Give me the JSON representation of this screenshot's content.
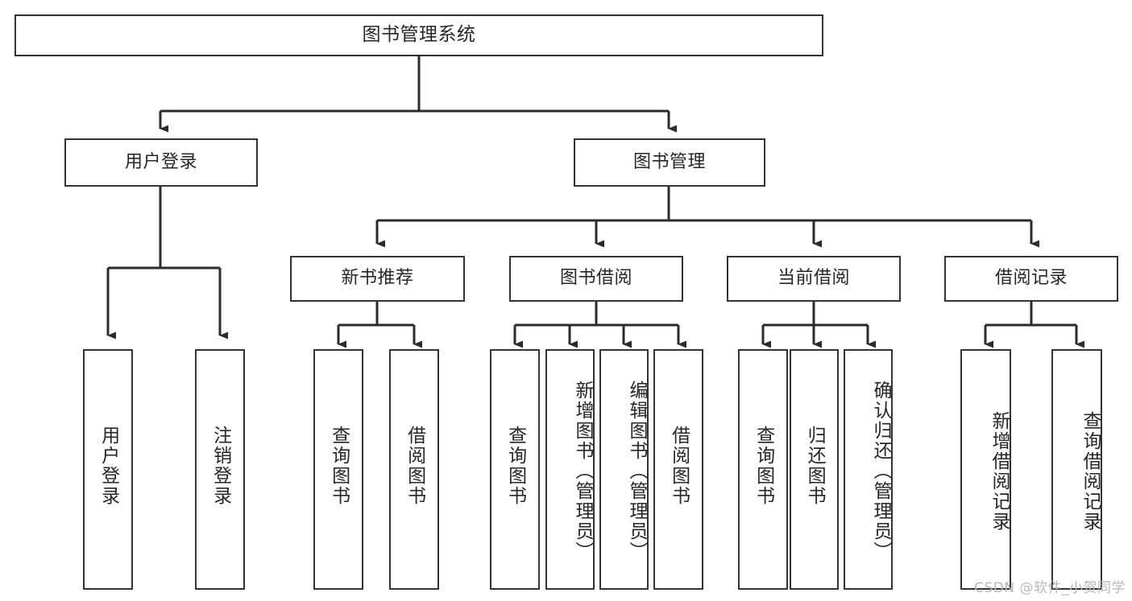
{
  "diagram": {
    "title": "图书管理系统",
    "type": "功能结构图",
    "stroke_color": "#333333",
    "fill_color": "#ffffff",
    "text_color": "#262626",
    "root": {
      "id": "root",
      "label": "图书管理系统",
      "orientation": "horizontal"
    },
    "level2": [
      {
        "id": "user-login",
        "label": "用户登录",
        "orientation": "horizontal"
      },
      {
        "id": "book-manage",
        "label": "图书管理",
        "orientation": "horizontal"
      }
    ],
    "level3": [
      {
        "id": "new-book-recommend",
        "label": "新书推荐",
        "orientation": "horizontal",
        "parent": "book-manage"
      },
      {
        "id": "book-borrow",
        "label": "图书借阅",
        "orientation": "horizontal",
        "parent": "book-manage"
      },
      {
        "id": "current-borrow",
        "label": "当前借阅",
        "orientation": "horizontal",
        "parent": "book-manage"
      },
      {
        "id": "borrow-record",
        "label": "借阅记录",
        "orientation": "horizontal",
        "parent": "book-manage"
      }
    ],
    "leaves": [
      {
        "id": "leaf-user-login",
        "label": "用户登录",
        "parent": "user-login",
        "orientation": "vertical"
      },
      {
        "id": "leaf-logout-login",
        "label": "注销登录",
        "parent": "user-login",
        "orientation": "vertical"
      },
      {
        "id": "leaf-query-book-1",
        "label": "查询图书",
        "parent": "new-book-recommend",
        "orientation": "vertical"
      },
      {
        "id": "leaf-borrow-book-1",
        "label": "借阅图书",
        "parent": "new-book-recommend",
        "orientation": "vertical"
      },
      {
        "id": "leaf-query-book-2",
        "label": "查询图书",
        "parent": "book-borrow",
        "orientation": "vertical"
      },
      {
        "id": "leaf-add-book",
        "label": "新增图书（管理员）",
        "parent": "book-borrow",
        "orientation": "vertical"
      },
      {
        "id": "leaf-edit-book",
        "label": "编辑图书（管理员）",
        "parent": "book-borrow",
        "orientation": "vertical"
      },
      {
        "id": "leaf-borrow-book-2",
        "label": "借阅图书",
        "parent": "book-borrow",
        "orientation": "vertical"
      },
      {
        "id": "leaf-query-book-3",
        "label": "查询图书",
        "parent": "current-borrow",
        "orientation": "vertical"
      },
      {
        "id": "leaf-return-book",
        "label": "归还图书",
        "parent": "current-borrow",
        "orientation": "vertical"
      },
      {
        "id": "leaf-confirm-return",
        "label": "确认归还（管理员）",
        "parent": "current-borrow",
        "orientation": "vertical"
      },
      {
        "id": "leaf-add-record",
        "label": "新增借阅记录",
        "parent": "borrow-record",
        "orientation": "vertical"
      },
      {
        "id": "leaf-query-record",
        "label": "查询借阅记录",
        "parent": "borrow-record",
        "orientation": "vertical"
      }
    ]
  },
  "watermark": {
    "text": "CSDN @软件_小贺同学"
  }
}
